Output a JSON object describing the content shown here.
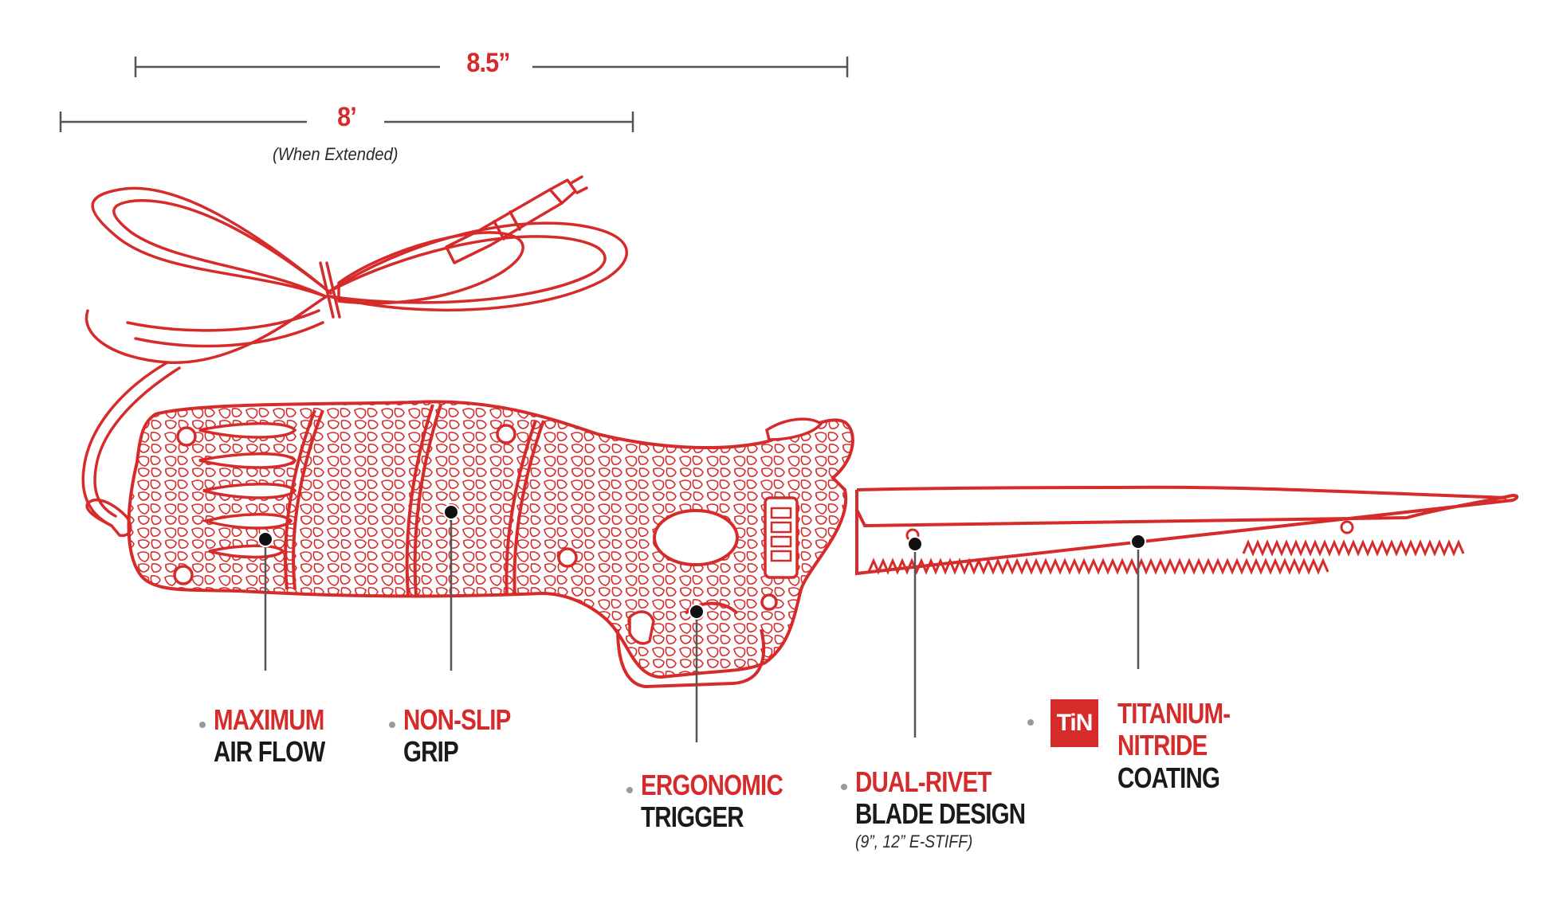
{
  "dimensions": {
    "blade_length": "8.5”",
    "cord_length": "8’",
    "cord_note": "(When Extended)"
  },
  "callouts": [
    {
      "id": "air-flow",
      "red": "MAXIMUM",
      "dark": "AIR FLOW",
      "note": ""
    },
    {
      "id": "grip",
      "red": "NON-SLIP",
      "dark": "GRIP",
      "note": ""
    },
    {
      "id": "trigger",
      "red": "ERGONOMIC",
      "dark": "TRIGGER",
      "note": ""
    },
    {
      "id": "blade",
      "red": "DUAL-RIVET",
      "dark": "BLADE DESIGN",
      "note": "(9”, 12” E-STIFF)"
    },
    {
      "id": "coating",
      "red_line1": "TITANIUM-",
      "red_line2": "NITRIDE",
      "dark": "COATING",
      "badge": "TiN"
    }
  ],
  "colors": {
    "accent": "#d62b2b",
    "dark": "#1a1a1a",
    "leader": "#555555",
    "dot": "#9a9a9a"
  }
}
